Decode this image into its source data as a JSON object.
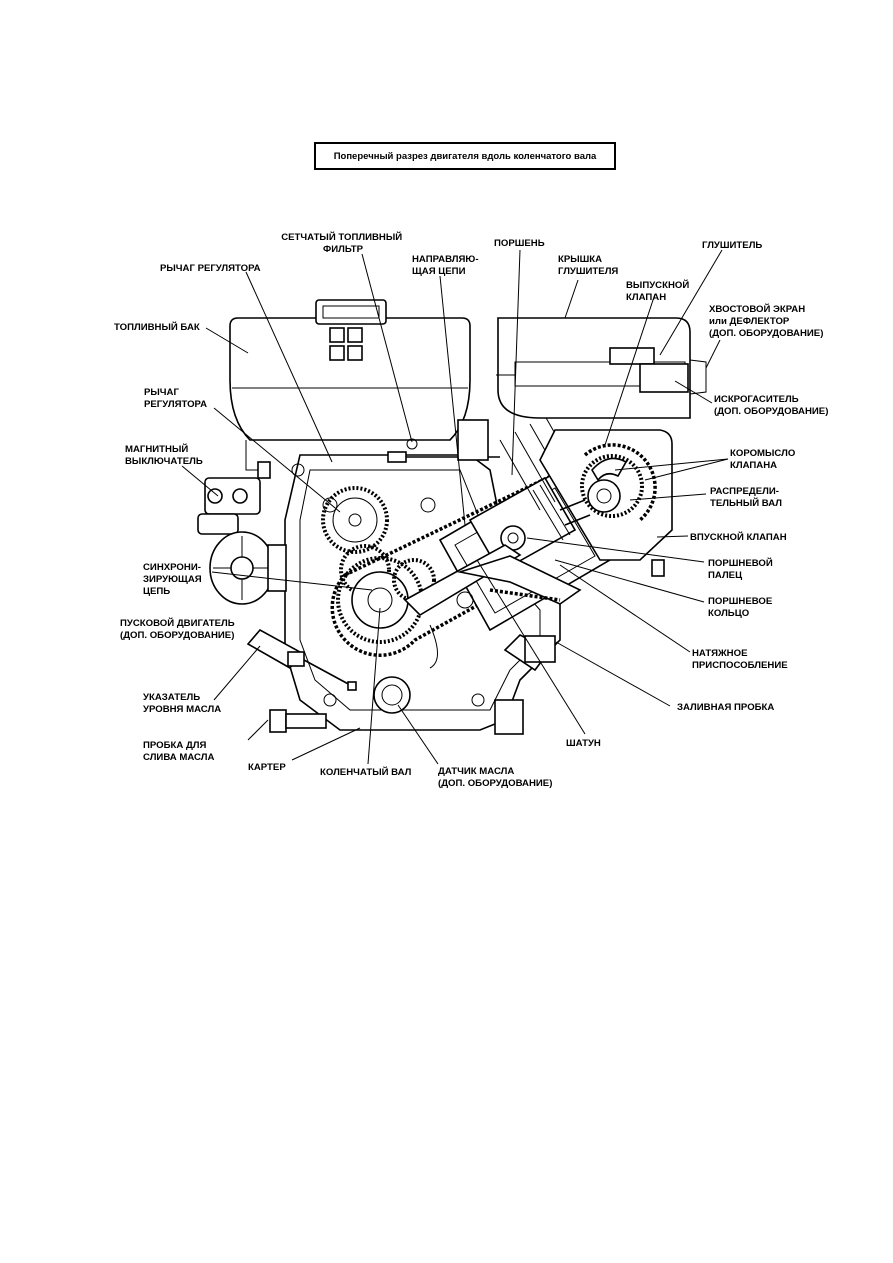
{
  "title": "Поперечный разрез двигателя вдоль коленчатого вала",
  "labels": {
    "fuel_strainer": [
      "СЕТЧАТЫЙ ТОПЛИВНЫЙ",
      "ФИЛЬТР"
    ],
    "piston": [
      "ПОРШЕНЬ"
    ],
    "chain_guide": [
      "НАПРАВЛЯЮ-",
      "ЩАЯ ЦЕПИ"
    ],
    "muffler_cover": [
      "КРЫШКА",
      "ГЛУШИТЕЛЯ"
    ],
    "muffler": [
      "ГЛУШИТЕЛЬ"
    ],
    "governor_lever_top": [
      "РЫЧАГ РЕГУЛЯТОРА"
    ],
    "exhaust_valve": [
      "ВЫПУСКНОЙ",
      "КЛАПАН"
    ],
    "tail_screen": [
      "ХВОСТОВОЙ ЭКРАН",
      "или ДЕФЛЕКТОР",
      "(ДОП. ОБОРУДОВАНИЕ)"
    ],
    "fuel_tank": [
      "ТОПЛИВНЫЙ БАК"
    ],
    "governor_lever_left": [
      "РЫЧАГ",
      "РЕГУЛЯТОРА"
    ],
    "spark_arrester": [
      "ИСКРОГАСИТЕЛЬ",
      "(ДОП. ОБОРУДОВАНИЕ)"
    ],
    "magnetic_switch": [
      "МАГНИТНЫЙ",
      "ВЫКЛЮЧАТЕЛЬ"
    ],
    "rocker_arm": [
      "КОРОМЫСЛО",
      "КЛАПАНА"
    ],
    "camshaft": [
      "РАСПРЕДЕЛИ-",
      "ТЕЛЬНЫЙ ВАЛ"
    ],
    "intake_valve": [
      "ВПУСКНОЙ КЛАПАН"
    ],
    "timing_chain": [
      "СИНХРОНИ-",
      "ЗИРУЮЩАЯ",
      "ЦЕПЬ"
    ],
    "piston_pin": [
      "ПОРШНЕВОЙ",
      "ПАЛЕЦ"
    ],
    "piston_ring": [
      "ПОРШНЕВОЕ",
      "КОЛЬЦО"
    ],
    "starter": [
      "ПУСКОВОЙ ДВИГАТЕЛЬ",
      "(ДОП. ОБОРУДОВАНИЕ)"
    ],
    "tensioner": [
      "НАТЯЖНОЕ",
      "ПРИСПОСОБЛЕНИЕ"
    ],
    "dipstick": [
      "УКАЗАТЕЛЬ",
      "УРОВНЯ МАСЛА"
    ],
    "oil_filler": [
      "ЗАЛИВНАЯ ПРОБКА"
    ],
    "drain_plug": [
      "ПРОБКА ДЛЯ",
      "СЛИВА МАСЛА"
    ],
    "connecting_rod": [
      "ШАТУН"
    ],
    "crankcase": [
      "КАРТЕР"
    ],
    "crankshaft": [
      "КОЛЕНЧАТЫЙ ВАЛ"
    ],
    "oil_sensor": [
      "ДАТЧИК МАСЛА",
      "(ДОП. ОБОРУДОВАНИЕ)"
    ]
  }
}
